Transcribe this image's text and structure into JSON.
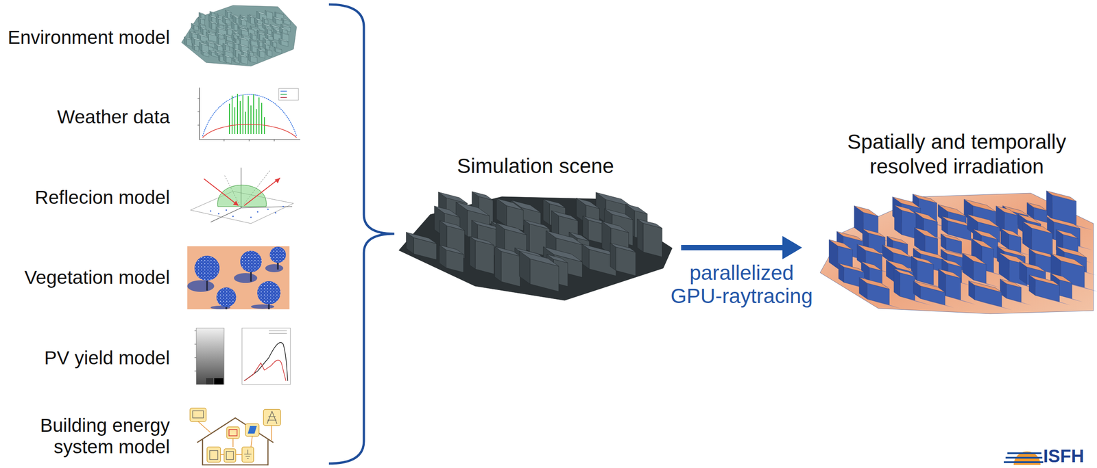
{
  "diagram": {
    "nodes": [
      {
        "text": [
          "Simulation scene"
        ]
      },
      {
        "text": [
          "Spatially and temporally resolved irradiation"
        ]
      }
    ],
    "edges": [
      {
        "from": 0,
        "to": 1,
        "label": "parallelized GPU-raytracing",
        "arrow": "to"
      }
    ],
    "labels": [
      "Environment model",
      "Weather data",
      "Reflecion model",
      "Vegetation model",
      "PV yield model",
      "Building energy system model",
      "ISFH"
    ]
  }
}
